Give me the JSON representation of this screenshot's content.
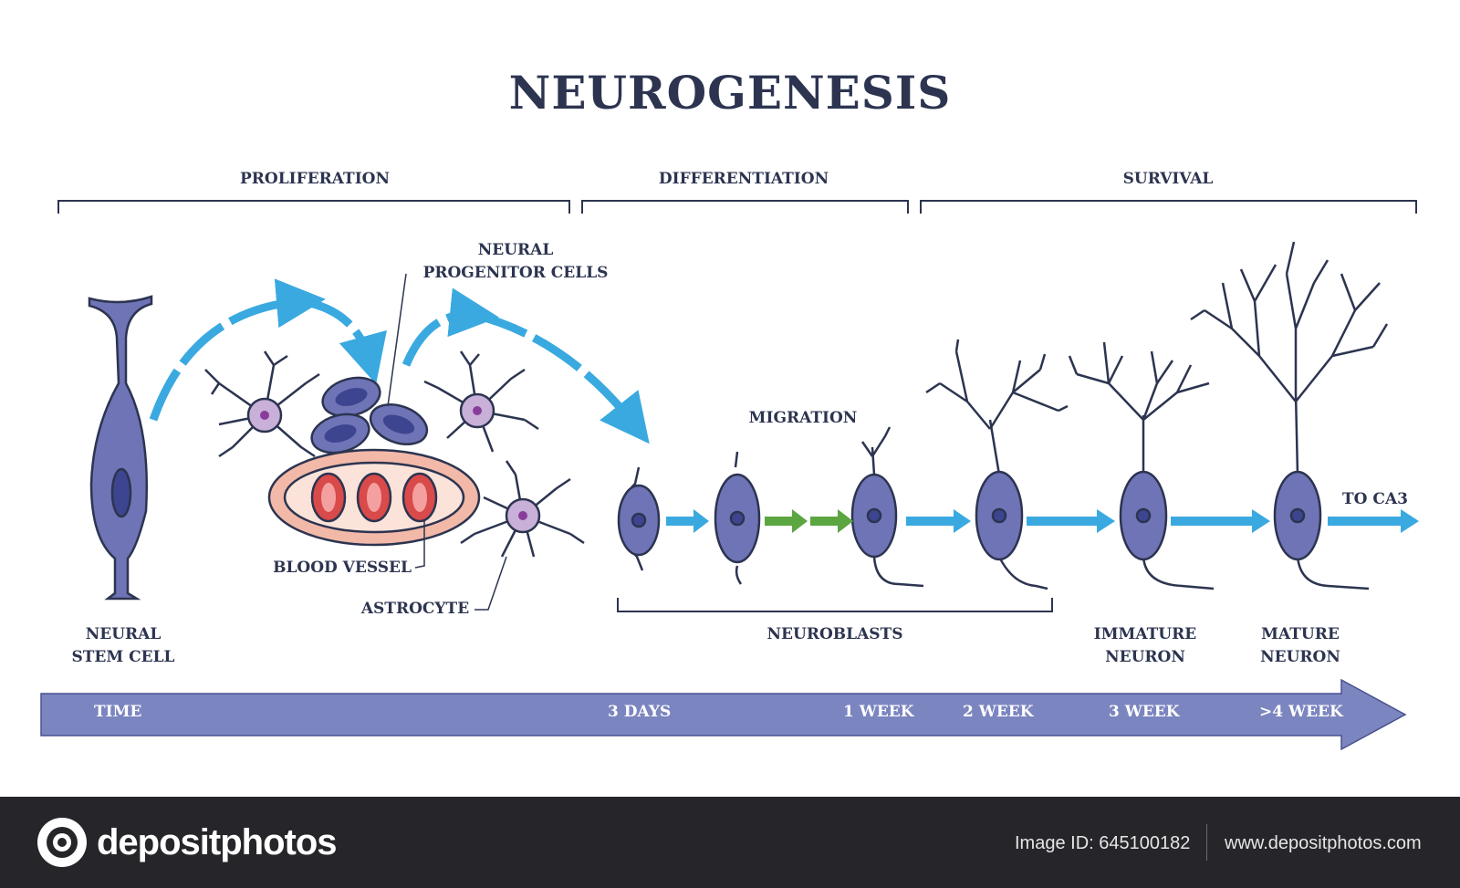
{
  "title": "NEUROGENESIS",
  "phases": {
    "proliferation": "PROLIFERATION",
    "differentiation": "DIFFERENTIATION",
    "survival": "SURVIVAL"
  },
  "labels": {
    "neural_progenitor_line1": "NEURAL",
    "neural_progenitor_line2": "PROGENITOR CELLS",
    "migration": "MIGRATION",
    "blood_vessel": "BLOOD VESSEL",
    "astrocyte": "ASTROCYTE",
    "neural_stem_line1": "NEURAL",
    "neural_stem_line2": "STEM CELL",
    "neuroblasts": "NEUROBLASTS",
    "immature_line1": "IMMATURE",
    "immature_line2": "NEURON",
    "mature_line1": "MATURE",
    "mature_line2": "NEURON",
    "to_ca3": "TO CA3"
  },
  "timeline": {
    "time": "TIME",
    "days3": "3 DAYS",
    "week1": "1 WEEK",
    "week2": "2 WEEK",
    "week3": "3 WEEK",
    "week4": ">4 WEEK"
  },
  "footer": {
    "brand": "depositphotos",
    "image_id": "Image ID: 645100182",
    "website": "www.depositphotos.com"
  },
  "colors": {
    "cell_fill": "#6e74b5",
    "cell_stroke": "#2c3450",
    "nucleus": "#3d4590",
    "arrow_blue": "#3aa9e0",
    "arrow_green": "#5ba640",
    "astrocyte_fill": "#c8b0d8",
    "vessel_fill": "#f2b9a8",
    "rbc": "#d94a4a",
    "timeline_fill": "#7b85c0"
  }
}
